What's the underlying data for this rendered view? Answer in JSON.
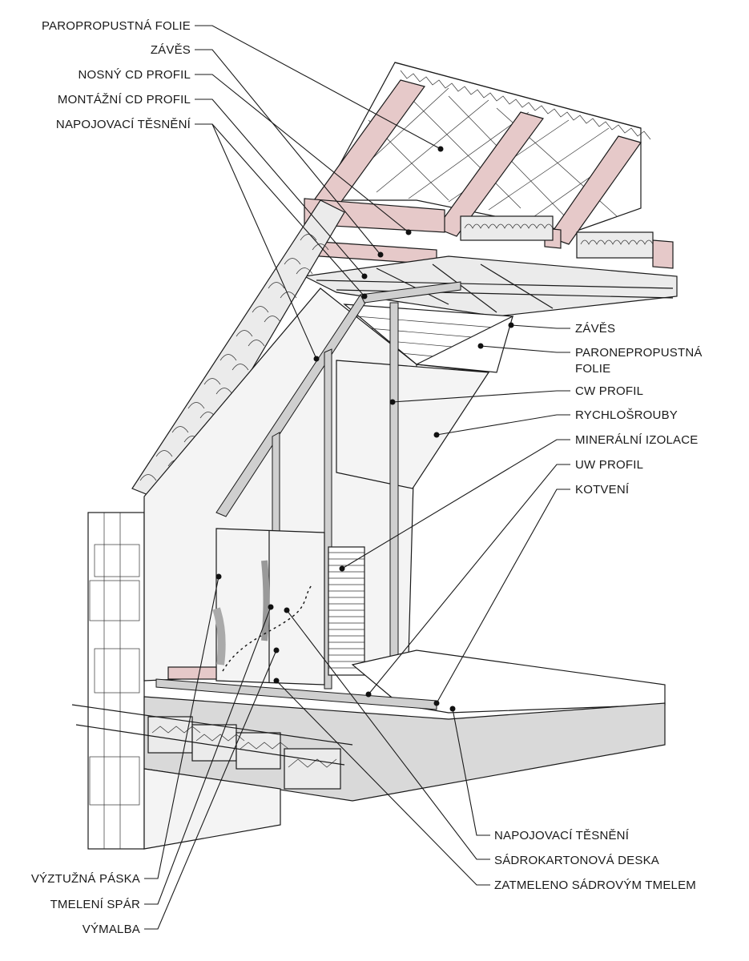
{
  "labels_left_top": [
    "PAROPROPUSTNÁ FOLIE",
    "ZÁVĚS",
    "NOSNÝ CD PROFIL",
    "MONTÁŽNÍ CD PROFIL",
    "NAPOJOVACÍ TĚSNĚNÍ"
  ],
  "labels_right": [
    "ZÁVĚS",
    "PARONEPROPUSTNÁ",
    "FOLIE",
    "CW PROFIL",
    "RYCHLOŠROUBY",
    "MINERÁLNÍ IZOLACE",
    "UW PROFIL",
    "KOTVENÍ"
  ],
  "labels_bottom_right": [
    "NAPOJOVACÍ TĚSNĚNÍ",
    "SÁDROKARTONOVÁ DESKA",
    "ZATMELENO SÁDROVÝM TMELEM"
  ],
  "labels_bottom_left": [
    "VÝZTUŽNÁ PÁSKA",
    "TMELENÍ SPÁR",
    "VÝMALBA"
  ],
  "colors": {
    "timber": "#e6c9c9",
    "line": "#1a1a1a",
    "board": "#f4f4f4",
    "concrete": "#d9d9d9"
  }
}
